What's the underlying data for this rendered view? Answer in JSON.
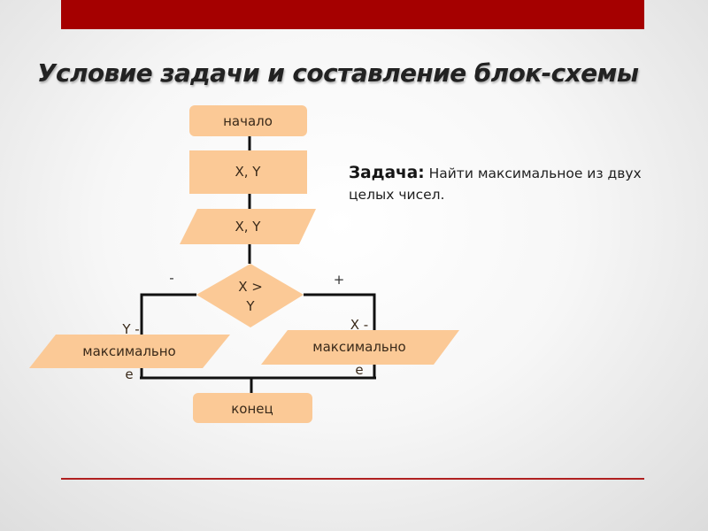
{
  "slide": {
    "title": "Условие задачи и составление блок-схемы"
  },
  "task": {
    "label": "Задача:",
    "text": " Найти максимальное из двух целых чисел."
  },
  "flowchart": {
    "start": "начало",
    "declare": "X, Y",
    "input": "X, Y",
    "condition_line1": "X >",
    "condition_line2": "Y",
    "branch_no": "-",
    "branch_yes": "+",
    "output_left_line1": "Y -",
    "output_left_line2": "максимально",
    "output_left_line3": "е",
    "output_right_line1": "X -",
    "output_right_line2": "максимально",
    "output_right_line3": "е",
    "end": "конец"
  },
  "colors": {
    "accent_bar": "#a50000",
    "shape_fill": "#fbc996",
    "connector": "#111111",
    "bottom_rule": "#b02020"
  }
}
